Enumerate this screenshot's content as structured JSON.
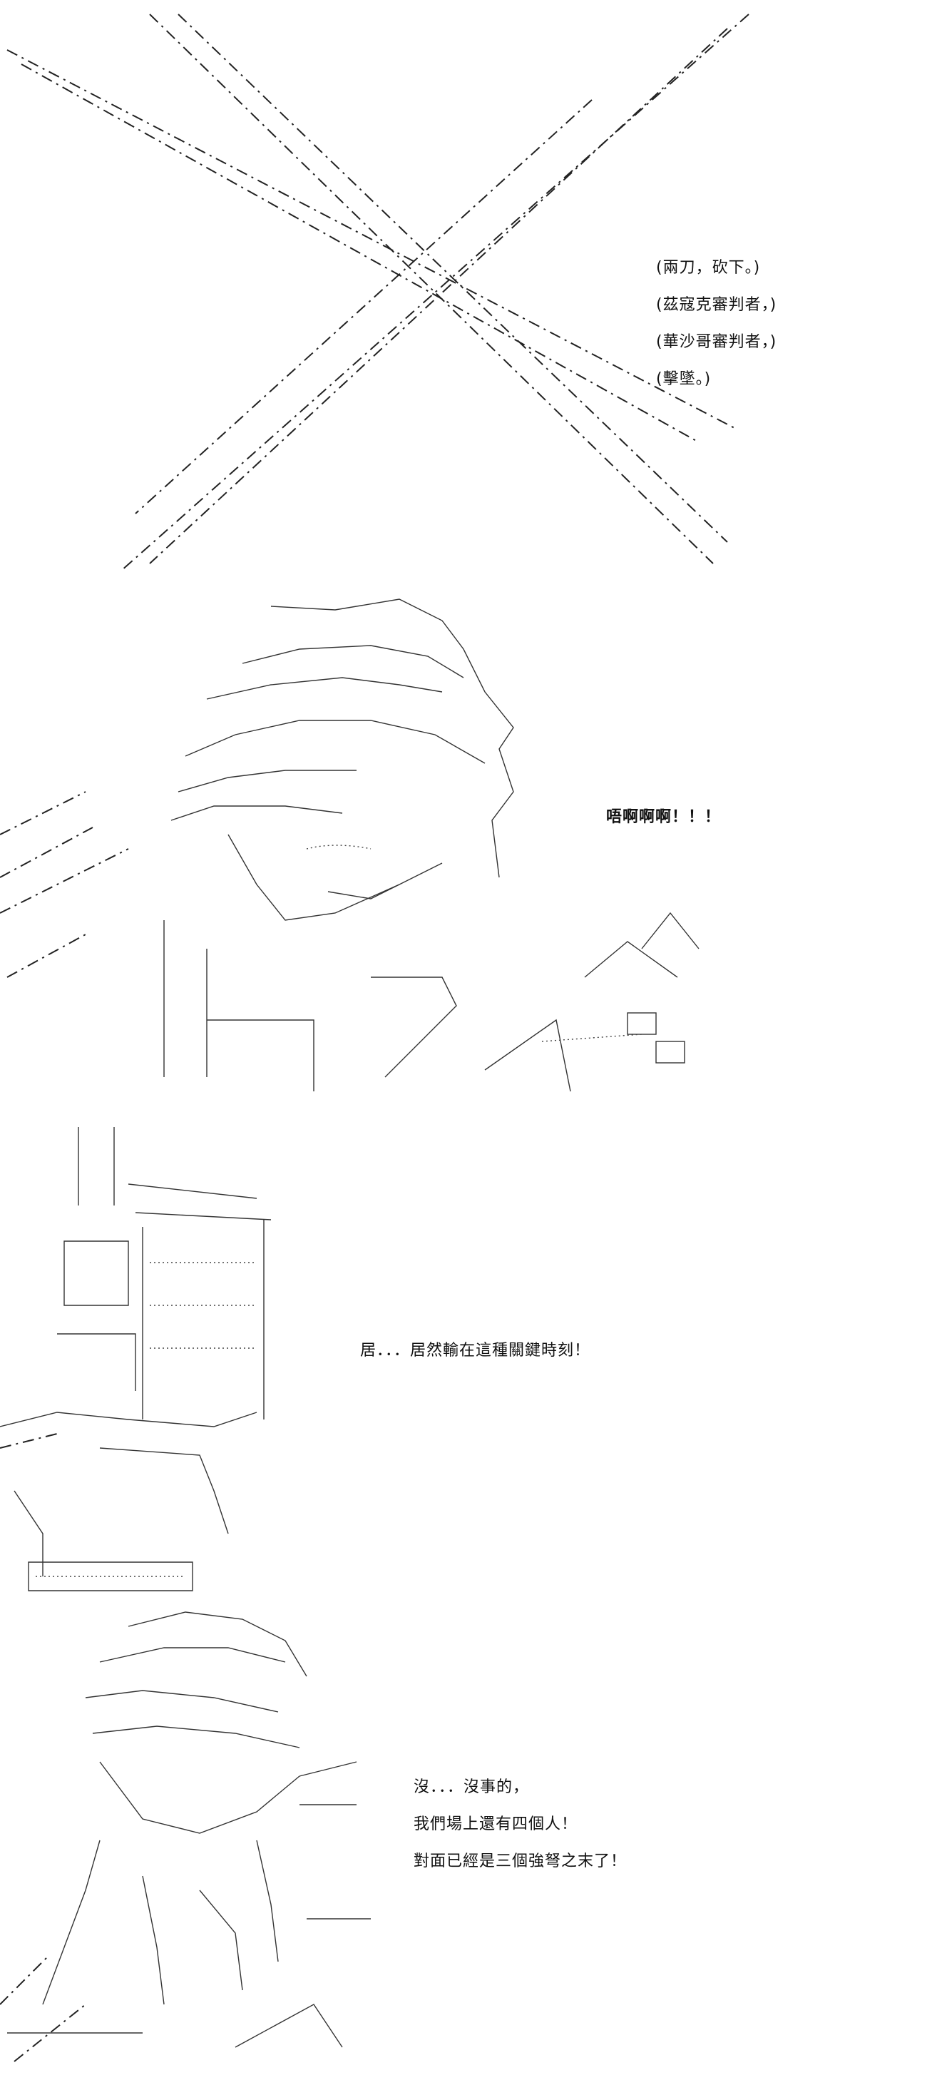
{
  "panel1": {
    "lines": [
      "(兩刀，砍下。)",
      "(茲寇克審判者，)",
      "(華沙哥審判者，)",
      "(擊墜。)"
    ]
  },
  "panel2": {
    "shout": "唔啊啊啊！！！"
  },
  "panel3": {
    "line": "居．．．居然輸在這種關鍵時刻！"
  },
  "panel4": {
    "lines": [
      "沒．．．沒事的，",
      "我們場上還有四個人！",
      "對面已經是三個強弩之末了！"
    ]
  }
}
